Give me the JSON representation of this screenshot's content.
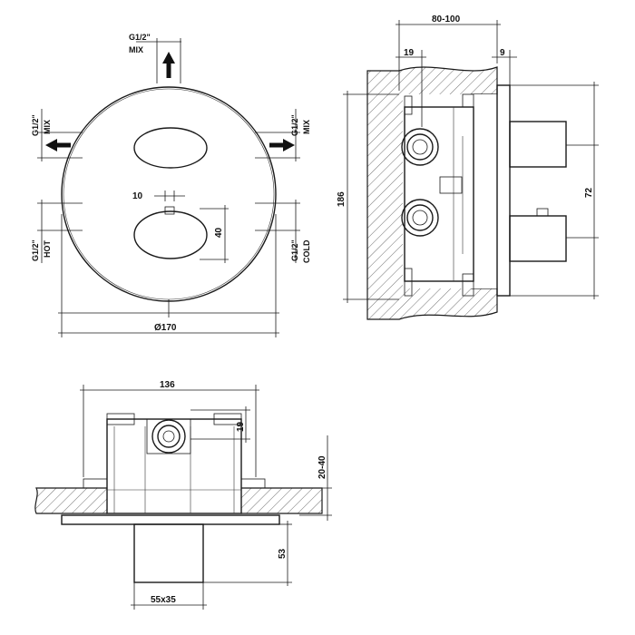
{
  "dimensions": {
    "diameter": "Ø170",
    "dim_10": "10",
    "dim_40": "40",
    "depth_range": "80-100",
    "dim_19_side": "19",
    "dim_9": "9",
    "height_186": "186",
    "spacing_72": "72",
    "width_136": "136",
    "dim_19_bottom": "19",
    "wall_20_40": "20-40",
    "dim_53": "53",
    "size_55x35": "55x35"
  },
  "ports": {
    "top_mix": {
      "thread": "G1/2\"",
      "label": "MIX"
    },
    "left_mix": {
      "thread": "G1/2\"",
      "label": "MIX"
    },
    "right_mix": {
      "thread": "G1/2\"",
      "label": "MIX"
    },
    "hot": {
      "thread": "G1/2\"",
      "label": "HOT"
    },
    "cold": {
      "thread": "G1/2\"",
      "label": "COLD"
    }
  }
}
